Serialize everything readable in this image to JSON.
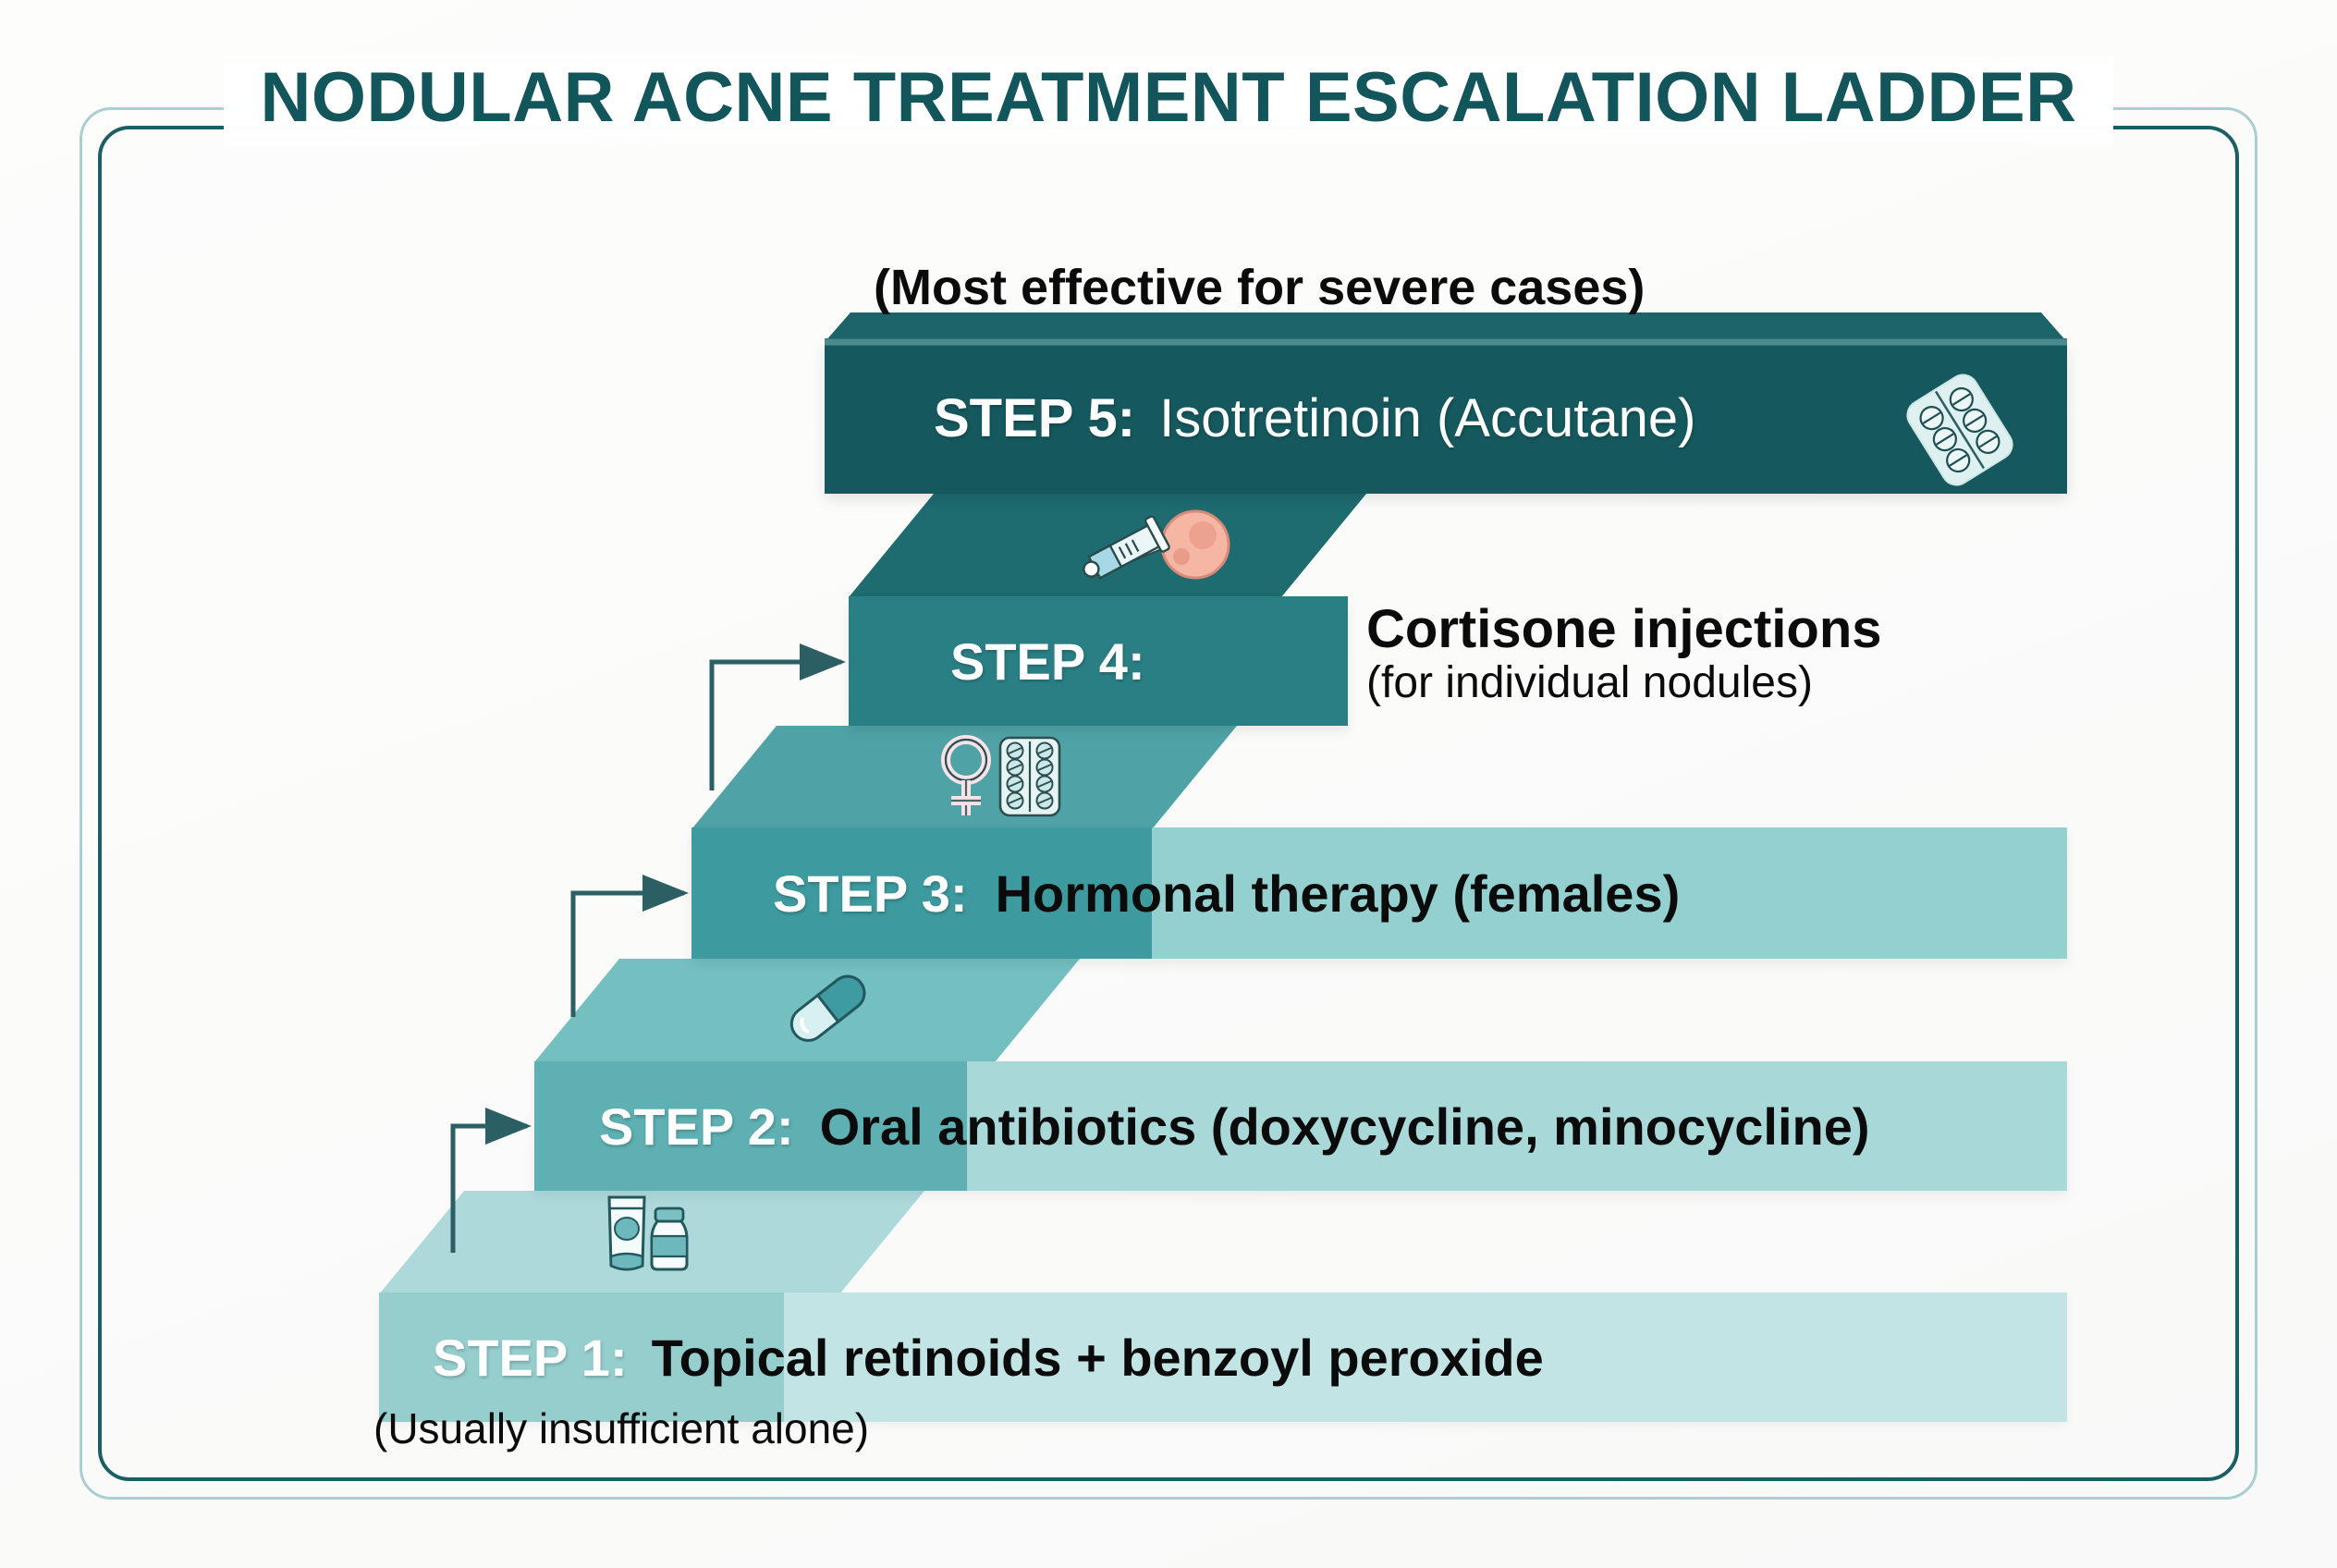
{
  "header": {
    "title": "NODULAR ACNE TREATMENT ESCALATION LADDER"
  },
  "captions": {
    "top": "(Most effective for severe cases)",
    "bottom": "(Usually insufficient alone)"
  },
  "colors": {
    "title": "#12565b",
    "frame_outer": "#a9cfd2",
    "frame_inner": "#1b5f64",
    "step5": "#15595e",
    "step4": "#2a7f85",
    "step3_left": "#3d9a9e",
    "step3_right": "#94d0d0",
    "step2_left": "#5eb0b2",
    "step2_right": "#a8d8d8",
    "step1_left": "#96cece",
    "step1_right": "#c2e4e4",
    "arrow": "#2b5f63",
    "nodule": "#f3b0a0",
    "female_symbol": "#f6dde4"
  },
  "steps": [
    {
      "id": "step5",
      "label": "STEP 5:",
      "description": "Isotretinoin (Accutane)",
      "description_outside": null,
      "description_outside_sub": null,
      "icon": "pill-blister-pack-icon",
      "level": 5
    },
    {
      "id": "step4",
      "label": "STEP 4:",
      "description": "",
      "description_outside": "Cortisone injections",
      "description_outside_sub": "(for individual nodules)",
      "icon": "syringe-nodule-icon",
      "level": 4
    },
    {
      "id": "step3",
      "label": "STEP 3:",
      "description": "Hormonal therapy (females)",
      "description_outside": null,
      "description_outside_sub": null,
      "icon": "female-symbol-pills-icon",
      "level": 3
    },
    {
      "id": "step2",
      "label": "STEP 2:",
      "description": "Oral antibiotics (doxycycline, minocycline)",
      "description_outside": null,
      "description_outside_sub": null,
      "icon": "capsule-icon",
      "level": 2
    },
    {
      "id": "step1",
      "label": "STEP 1:",
      "description": "Topical retinoids + benzoyl peroxide",
      "description_outside": null,
      "description_outside_sub": null,
      "icon": "cream-tube-bottle-icon",
      "level": 1
    }
  ],
  "connectors": [
    {
      "name": "arrow-step1-to-step2"
    },
    {
      "name": "arrow-step2-to-step3"
    },
    {
      "name": "arrow-step3-to-step4"
    }
  ]
}
